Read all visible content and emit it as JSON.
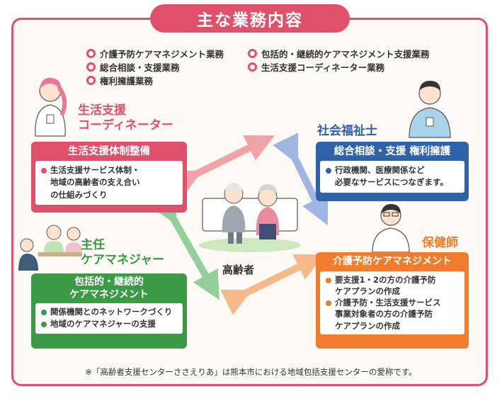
{
  "title": "主な業務内容",
  "duties_left": [
    "介護予防ケアマネジメント業務",
    "総合相談・支援業務",
    "権利擁護業務"
  ],
  "duties_right": [
    "包括的・継続的ケアマネジメント支援業務",
    "生活支援コーディネーター業務"
  ],
  "center_label": "高齢者",
  "sections": {
    "coordinator": {
      "role": "生活支援\nコーディネーター",
      "heading": "生活支援体制整備",
      "items": [
        "生活支援サービス体制・\n地域の高齢者の支え合い\nの仕組みづくり"
      ]
    },
    "social_worker": {
      "role": "社会福祉士",
      "heading": "総合相談・支援 権利擁護",
      "items": [
        "行政機関、医療関係など\n必要なサービスにつなぎます。"
      ]
    },
    "care_manager": {
      "role": "主任\nケアマネジャー",
      "heading": "包括的・継続的\nケアマネジメント",
      "items": [
        "関係機関とのネットワークづくり",
        "地域のケアマネジャーの支援"
      ]
    },
    "nurse": {
      "role": "保健師",
      "heading": "介護予防ケアマネジメント",
      "items": [
        "要支援1・2の方の介護予防\nケアプランの作成",
        "介護予防・生活支援サービス\n事業対象者の方の介護予防\nケアプランの作成"
      ]
    }
  },
  "footnote": "※「高齢者支援センターささえりあ」は熊本市における地域包括支援センターの愛称です。",
  "colors": {
    "pink": "#e0506b",
    "blue": "#2f62a8",
    "green": "#3a9a45",
    "orange": "#f07d2d",
    "arrow_pink": "#f2a3a8",
    "arrow_blue": "#9fb6e0",
    "arrow_green": "#93cf9a",
    "arrow_orange": "#f6b98a"
  }
}
